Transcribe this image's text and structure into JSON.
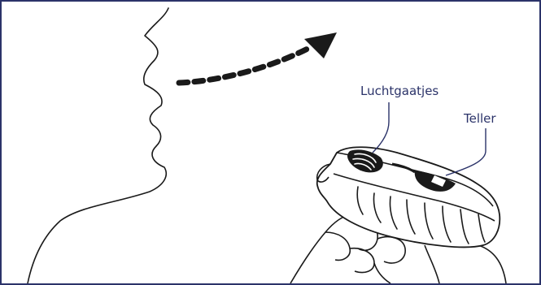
{
  "labels": {
    "air_holes": "Luchtgaatjes",
    "counter": "Teller"
  },
  "colors": {
    "line": "#1a1a1a",
    "label": "#2b3369",
    "frame": "#2b3369"
  },
  "icons": {
    "exhale_arrow": "dashed-curved-arrow"
  }
}
